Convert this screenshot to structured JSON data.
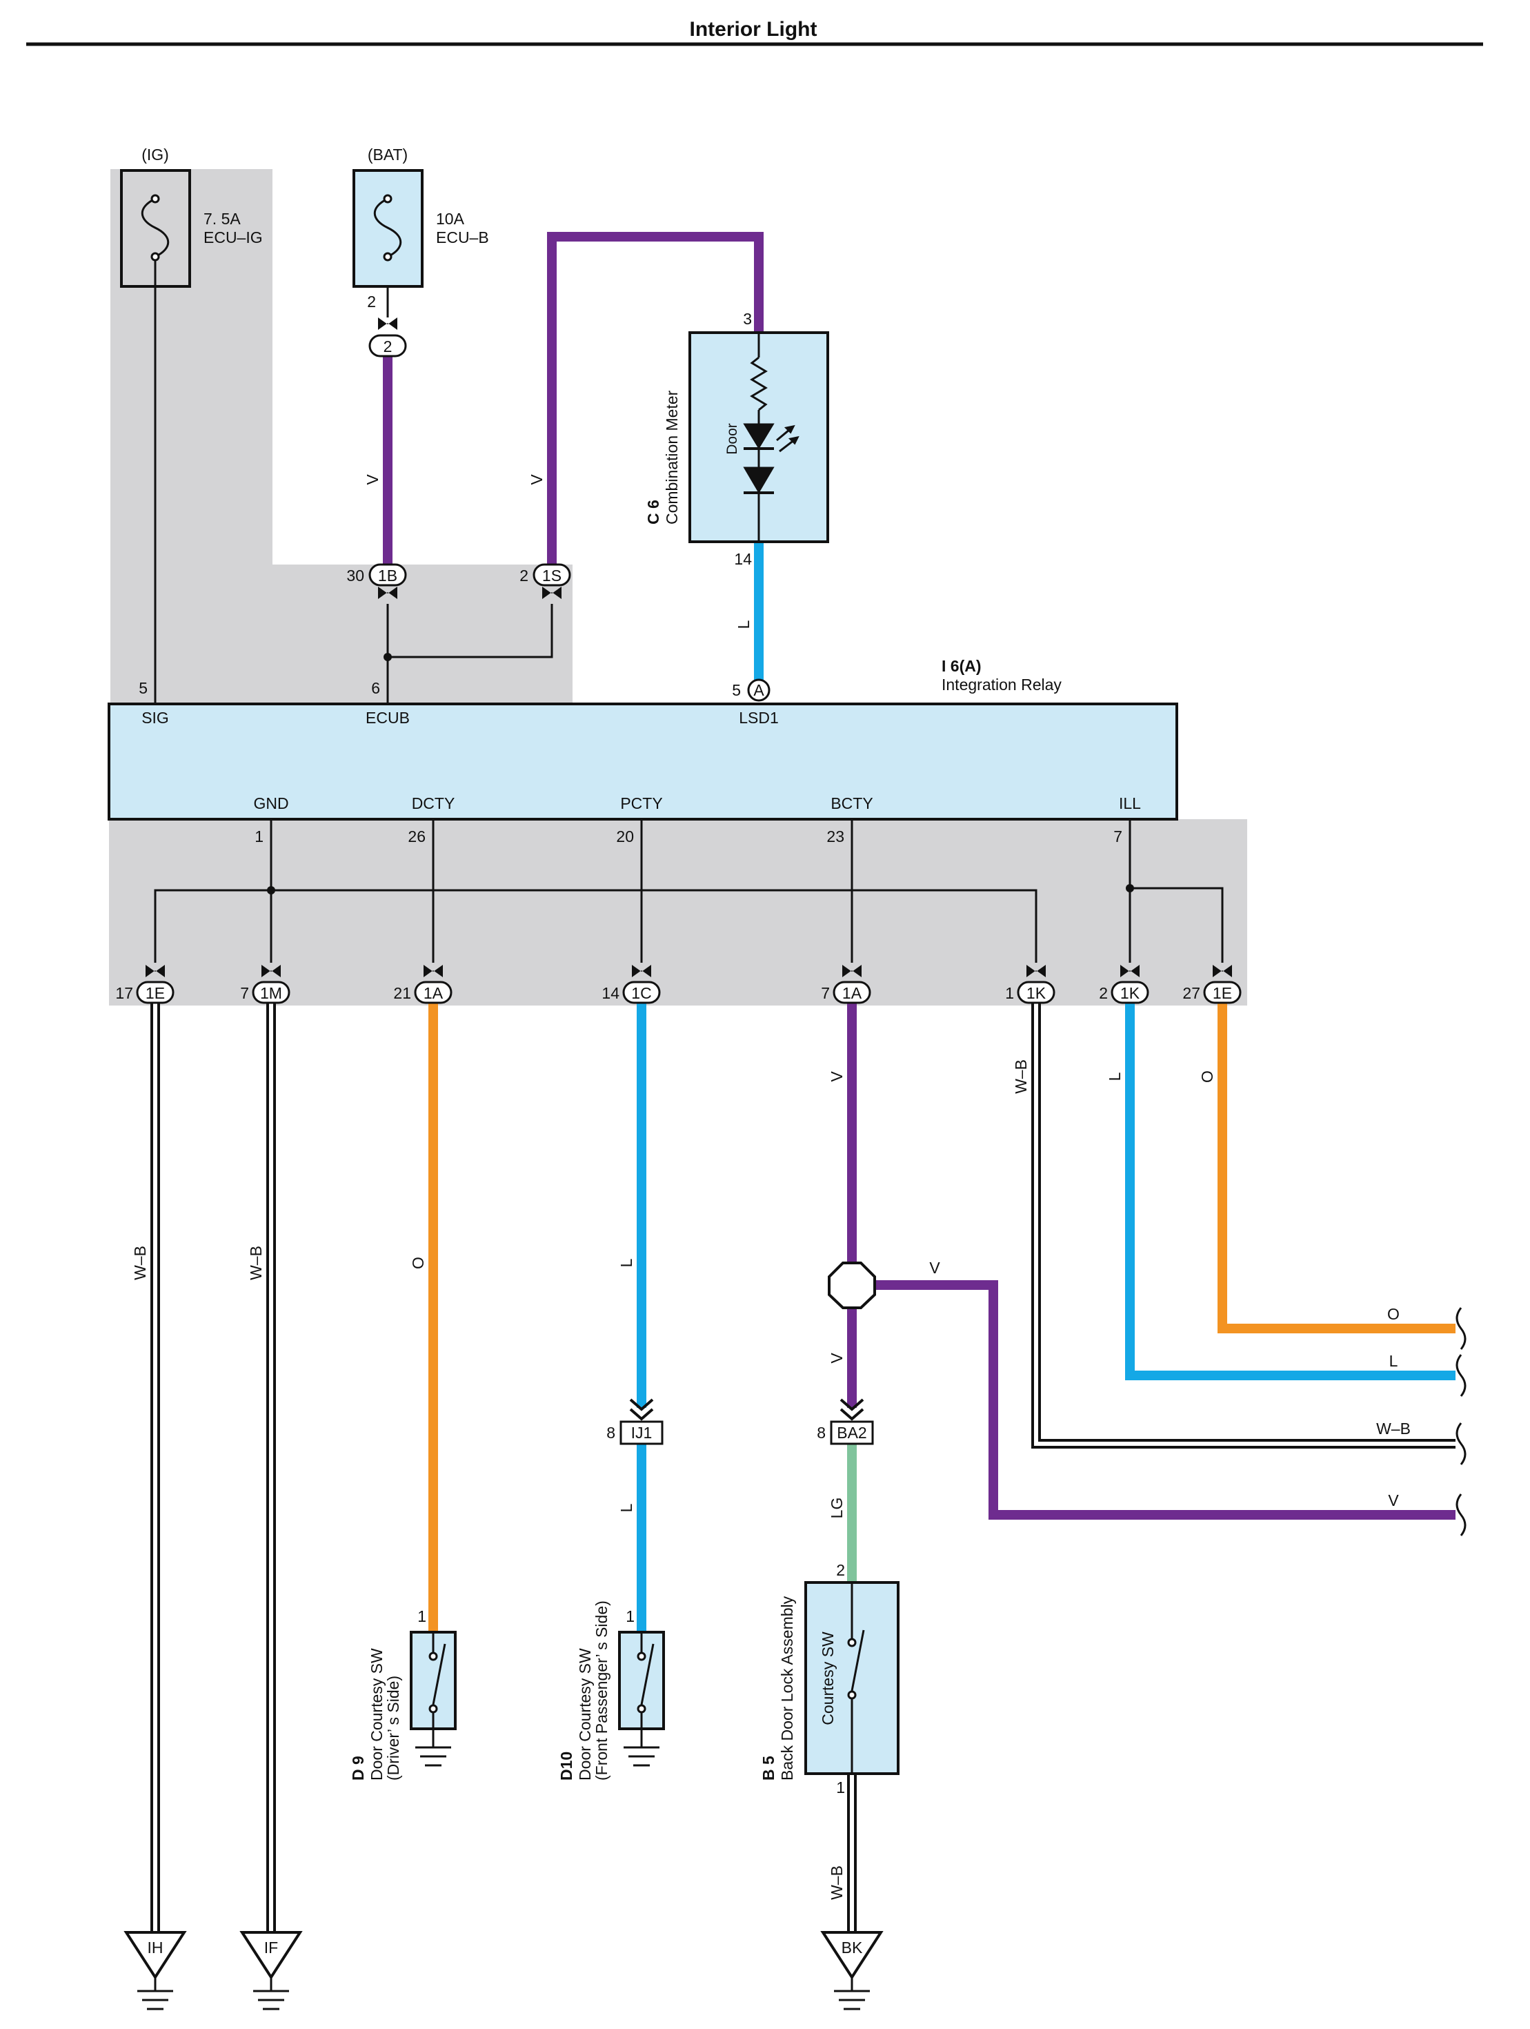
{
  "title": "Interior Light",
  "colors": {
    "violet": "#6e2c8f",
    "blue": "#14a8e6",
    "orange": "#f39322",
    "light_green": "#80c49c",
    "component_fill": "#cde9f6",
    "shade": "#d4d4d6"
  },
  "fuses": {
    "ig": {
      "source": "(IG)",
      "rating": "7. 5A",
      "name": "ECU–IG"
    },
    "bat": {
      "source": "(BAT)",
      "rating": "10A",
      "name": "ECU–B"
    }
  },
  "combination_meter": {
    "code": "C 6",
    "name": "Combination Meter",
    "lamp_label": "Door",
    "pin_in": "3",
    "pin_out": "14"
  },
  "integration_relay": {
    "code": "I 6(A)",
    "name": "Integration Relay",
    "top_pins": [
      {
        "num": "5",
        "label": "SIG"
      },
      {
        "num": "6",
        "label": "ECUB"
      },
      {
        "num": "5",
        "connector": "A",
        "label": "LSD1"
      }
    ],
    "bottom_pins": [
      {
        "num": "1",
        "label": "GND"
      },
      {
        "num": "26",
        "label": "DCTY"
      },
      {
        "num": "20",
        "label": "PCTY"
      },
      {
        "num": "23",
        "label": "BCTY"
      },
      {
        "num": "7",
        "label": "ILL"
      }
    ]
  },
  "junction_connectors": {
    "upper": [
      {
        "pin": "2",
        "id": "2"
      },
      {
        "pin": "30",
        "id": "1B"
      },
      {
        "pin": "2",
        "id": "1S"
      }
    ],
    "lower": [
      {
        "pin": "17",
        "id": "1E"
      },
      {
        "pin": "7",
        "id": "1M"
      },
      {
        "pin": "21",
        "id": "1A"
      },
      {
        "pin": "14",
        "id": "1C"
      },
      {
        "pin": "7",
        "id": "1A"
      },
      {
        "pin": "1",
        "id": "1K"
      },
      {
        "pin": "2",
        "id": "1K"
      },
      {
        "pin": "27",
        "id": "1E"
      }
    ]
  },
  "wire_labels": {
    "bat_v": "V",
    "relay_v": "V",
    "meter_l": "L",
    "gnd_1e": "W–B",
    "gnd_1m": "W–B",
    "dcty": "O",
    "pcty_upper": "L",
    "pcty_lower": "L",
    "bcty_upper": "V",
    "bcty_branch": "V",
    "bcty_lower": "V",
    "ba2_lg": "LG",
    "k1_wb": "W–B",
    "k2_l": "L",
    "e27_o": "O",
    "b5_wb": "W–B"
  },
  "right_exits": [
    {
      "label": "O"
    },
    {
      "label": "L"
    },
    {
      "label": "W–B"
    },
    {
      "label": "V"
    }
  ],
  "inline_connectors": [
    {
      "pin": "8",
      "id": "IJ1"
    },
    {
      "pin": "8",
      "id": "BA2"
    }
  ],
  "switches": [
    {
      "code": "D 9",
      "line1": "Door Courtesy SW",
      "line2": "(Driver’ s Side)",
      "pin": "1"
    },
    {
      "code": "D10",
      "line1": "Door Courtesy SW",
      "line2": "(Front Passenger’ s Side)",
      "pin": "1"
    }
  ],
  "back_door": {
    "code": "B 5",
    "name": "Back Door Lock Assembly",
    "inner_label": "Courtesy SW",
    "pin_top": "2",
    "pin_bottom": "1"
  },
  "grounds": [
    {
      "id": "IH"
    },
    {
      "id": "IF"
    },
    {
      "id": "BK"
    }
  ]
}
